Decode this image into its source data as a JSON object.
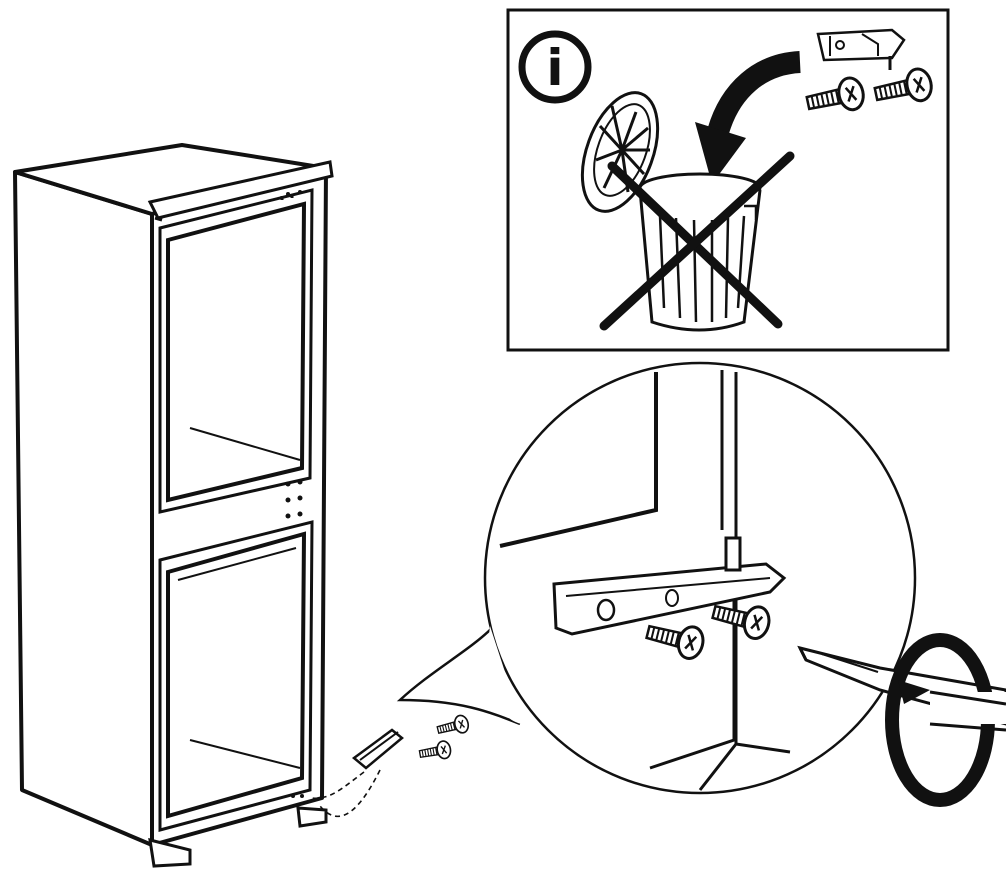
{
  "figure": {
    "type": "installation-instruction-illustration",
    "info_symbol": {
      "icon": "info-icon",
      "letter": "i"
    },
    "panels": [
      {
        "name": "do-not-discard-parts",
        "icons": [
          "info-icon",
          "hinge-bracket-icon",
          "screw-icon",
          "screw-icon",
          "trash-can-icon",
          "crossed-out-icon",
          "curved-arrow-icon"
        ]
      },
      {
        "name": "bracket-detail-zoom",
        "icons": [
          "bracket-icon",
          "screw-icon",
          "screw-icon",
          "screwdriver-icon",
          "rotate-arrow-icon"
        ]
      },
      {
        "name": "appliance-overview",
        "icons": [
          "fridge-freezer-icon",
          "bracket-icon",
          "screw-icon",
          "screw-icon"
        ]
      }
    ],
    "colors": {
      "ink": "#111111",
      "background": "#ffffff",
      "part_shade": "#e6e6e6"
    }
  }
}
